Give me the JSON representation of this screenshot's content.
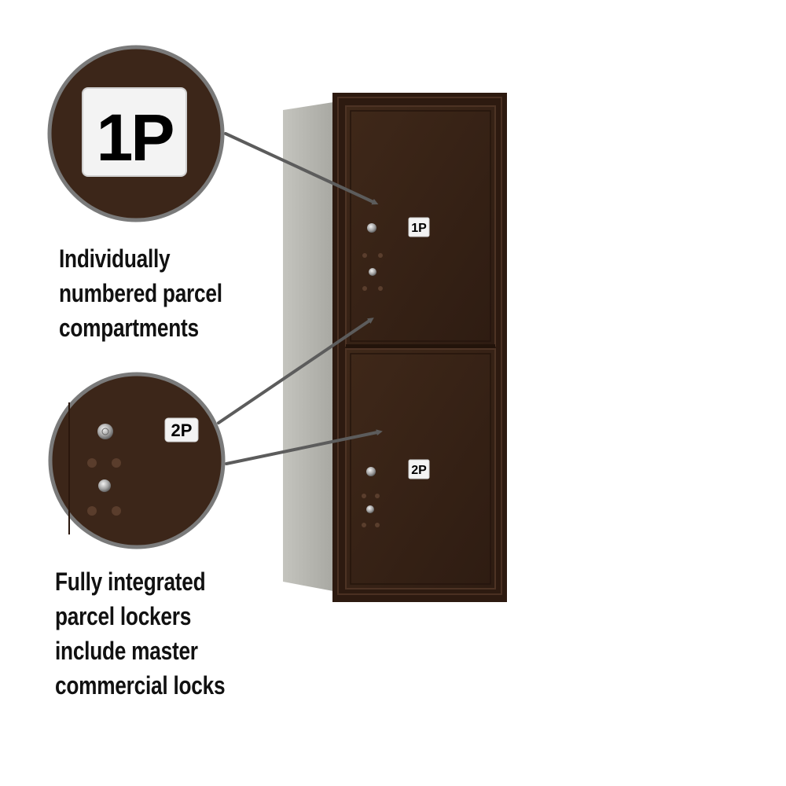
{
  "labels": {
    "zoom_number": "1P",
    "door_top_number": "1P",
    "door_bottom_number": "2P",
    "zoom_lock_number": "2P"
  },
  "captions": {
    "numbered": [
      "Individually",
      "numbered parcel",
      "compartments"
    ],
    "locks": [
      "Fully integrated",
      "parcel lockers",
      "include master",
      "commercial locks"
    ]
  },
  "colors": {
    "bronze": "#3a2418",
    "bronze_light": "#4a2f20",
    "housing": "#b3b3ad",
    "arrow": "#5c5c5c",
    "zoom_ring": "#7a7a7a"
  }
}
